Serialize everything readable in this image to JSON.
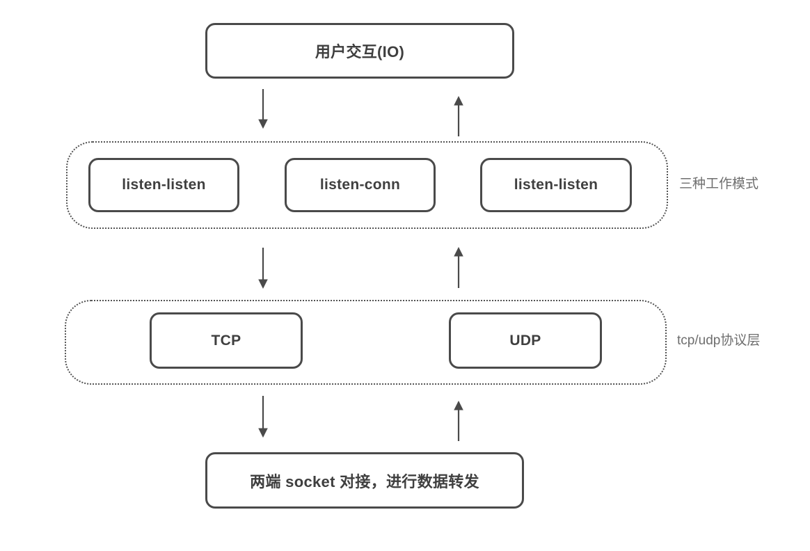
{
  "diagram": {
    "nodes": {
      "user_io": {
        "label": "用户交互(IO)"
      },
      "mode_1": {
        "label": "listen-listen"
      },
      "mode_2": {
        "label": "listen-conn"
      },
      "mode_3": {
        "label": "listen-listen"
      },
      "tcp": {
        "label": "TCP"
      },
      "udp": {
        "label": "UDP"
      },
      "socket": {
        "label": "两端 socket 对接，进行数据转发"
      }
    },
    "groups": {
      "modes": {
        "label": "三种工作模式"
      },
      "protocols": {
        "label": "tcp/udp协议层"
      }
    },
    "edges": [
      {
        "from": "user_io",
        "to": "modes_group",
        "direction": "down"
      },
      {
        "from": "modes_group",
        "to": "user_io",
        "direction": "up"
      },
      {
        "from": "modes_group",
        "to": "protocols_group",
        "direction": "down"
      },
      {
        "from": "protocols_group",
        "to": "modes_group",
        "direction": "up"
      },
      {
        "from": "protocols_group",
        "to": "socket",
        "direction": "down"
      },
      {
        "from": "socket",
        "to": "protocols_group",
        "direction": "up"
      }
    ],
    "colors": {
      "node_border": "#4a4a4a",
      "node_text": "#3f3f3f",
      "group_border": "#535353",
      "group_label_text": "#6e6e6e",
      "arrow": "#4a4a4a",
      "background": "#ffffff"
    }
  }
}
